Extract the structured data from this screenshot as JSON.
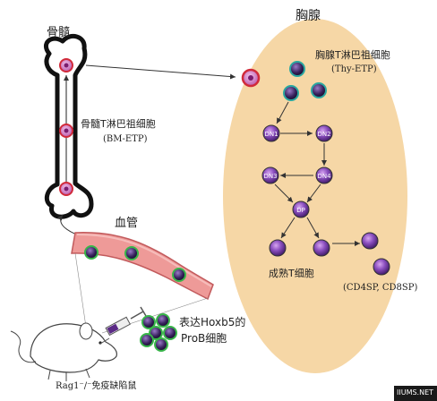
{
  "labels": {
    "bone_marrow": "骨髓",
    "thymus": "胸腺",
    "bm_etp_line1": "骨髓T淋巴祖细胞",
    "bm_etp_line2": "(BM-ETP)",
    "thy_etp_line1": "胸腺T淋巴祖细胞",
    "thy_etp_line2": "(Thy-ETP)",
    "blood_vessel": "血管",
    "dn1": "DN1",
    "dn2": "DN2",
    "dn3": "DN3",
    "dn4": "DN4",
    "dp": "DP",
    "mature_t": "成熟T细胞",
    "sp_cells": "(CD4SP, CD8SP)",
    "hoxb5_line1": "表达Hoxb5的",
    "hoxb5_line2": "ProB细胞",
    "rag_mouse": "Rag1⁻/⁻免疫缺陷鼠",
    "watermark": "IIUMS.NET"
  },
  "colors": {
    "thymus_fill": "#f6d7a6",
    "vessel_fill": "#ee9a98",
    "vessel_stroke": "#c25a5c",
    "cell_purple": "#5b2a86",
    "cell_teal_ring": "#2aa7a0",
    "progenitor_ring": "#d12a3a",
    "green_ring": "#39b54a"
  }
}
